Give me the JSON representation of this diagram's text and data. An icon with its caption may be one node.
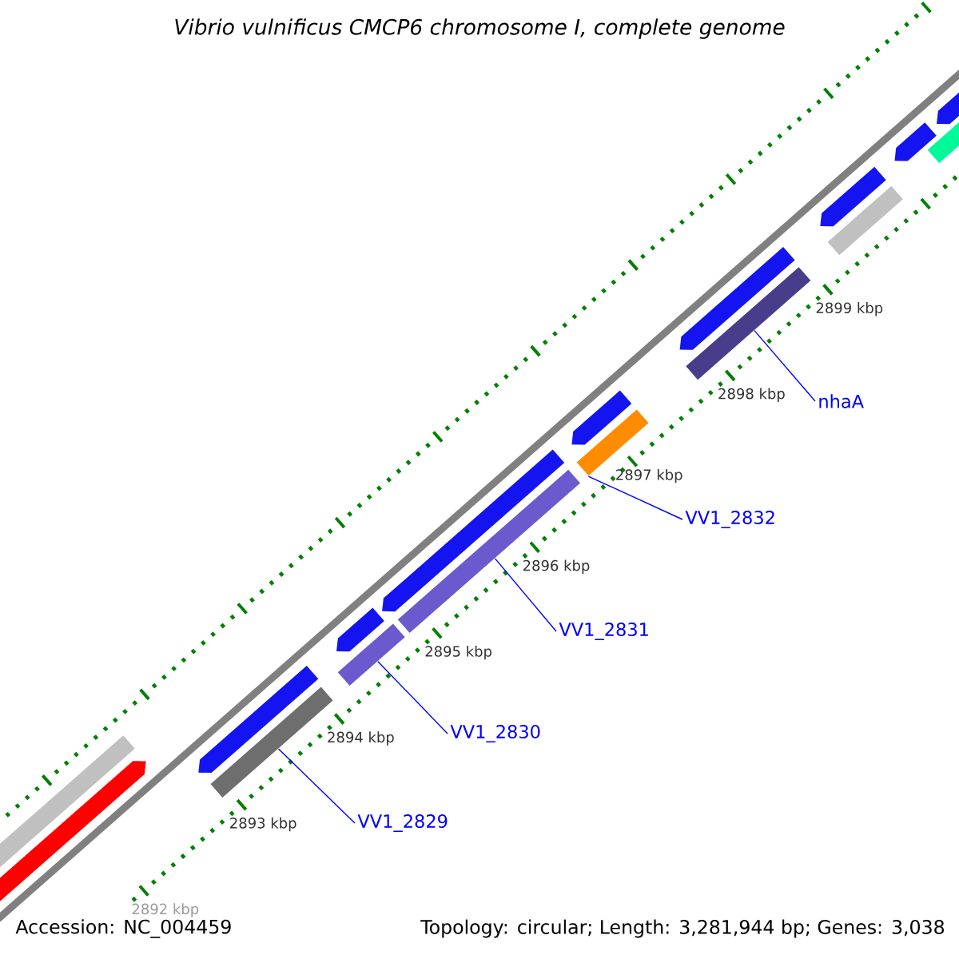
{
  "diagram": {
    "title": "Vibrio vulnificus CMCP6 chromosome I, complete genome",
    "nodes": [
      {
        "text": [
          "nhaA"
        ]
      },
      {
        "text": [
          "VV1_2832"
        ]
      },
      {
        "text": [
          "VV1_2831"
        ]
      },
      {
        "text": [
          "VV1_2830"
        ]
      },
      {
        "text": [
          "VV1_2829"
        ]
      },
      {
        "text": [],
        "shape": "bar"
      },
      {
        "text": [],
        "shape": "bar"
      },
      {
        "text": [],
        "shape": "bar"
      },
      {
        "text": [],
        "shape": "bar"
      },
      {
        "text": [],
        "shape": "bar"
      }
    ],
    "edges": [
      {
        "from": 0,
        "to": 5,
        "arrow": "none"
      },
      {
        "from": 1,
        "to": 6,
        "arrow": "none"
      },
      {
        "from": 2,
        "to": 7,
        "arrow": "none"
      },
      {
        "from": 3,
        "to": 8,
        "arrow": "none"
      },
      {
        "from": 4,
        "to": 9,
        "arrow": "none"
      }
    ],
    "labels": [
      "2899 kbp",
      "2898 kbp",
      "2897 kbp",
      "2896 kbp",
      "2895 kbp",
      "2894 kbp",
      "2893 kbp",
      "2892 kbp",
      "Accession: NC_004459",
      "Topology: circular; Length: 3,281,944 bp; Genes: 3,038"
    ]
  }
}
